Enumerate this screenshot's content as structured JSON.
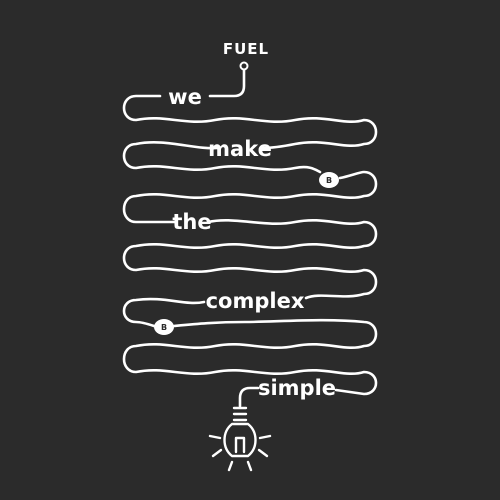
{
  "brand": {
    "logo": "FUEL"
  },
  "poster": {
    "words": [
      "we",
      "make",
      "the",
      "complex",
      "simple"
    ],
    "badges": [
      "B",
      "B"
    ]
  },
  "colors": {
    "background": "#2b2b2b",
    "line": "#ffffff"
  },
  "icons": {
    "end": "lightbulb-icon",
    "marker": "bitcoin-badge-icon"
  }
}
